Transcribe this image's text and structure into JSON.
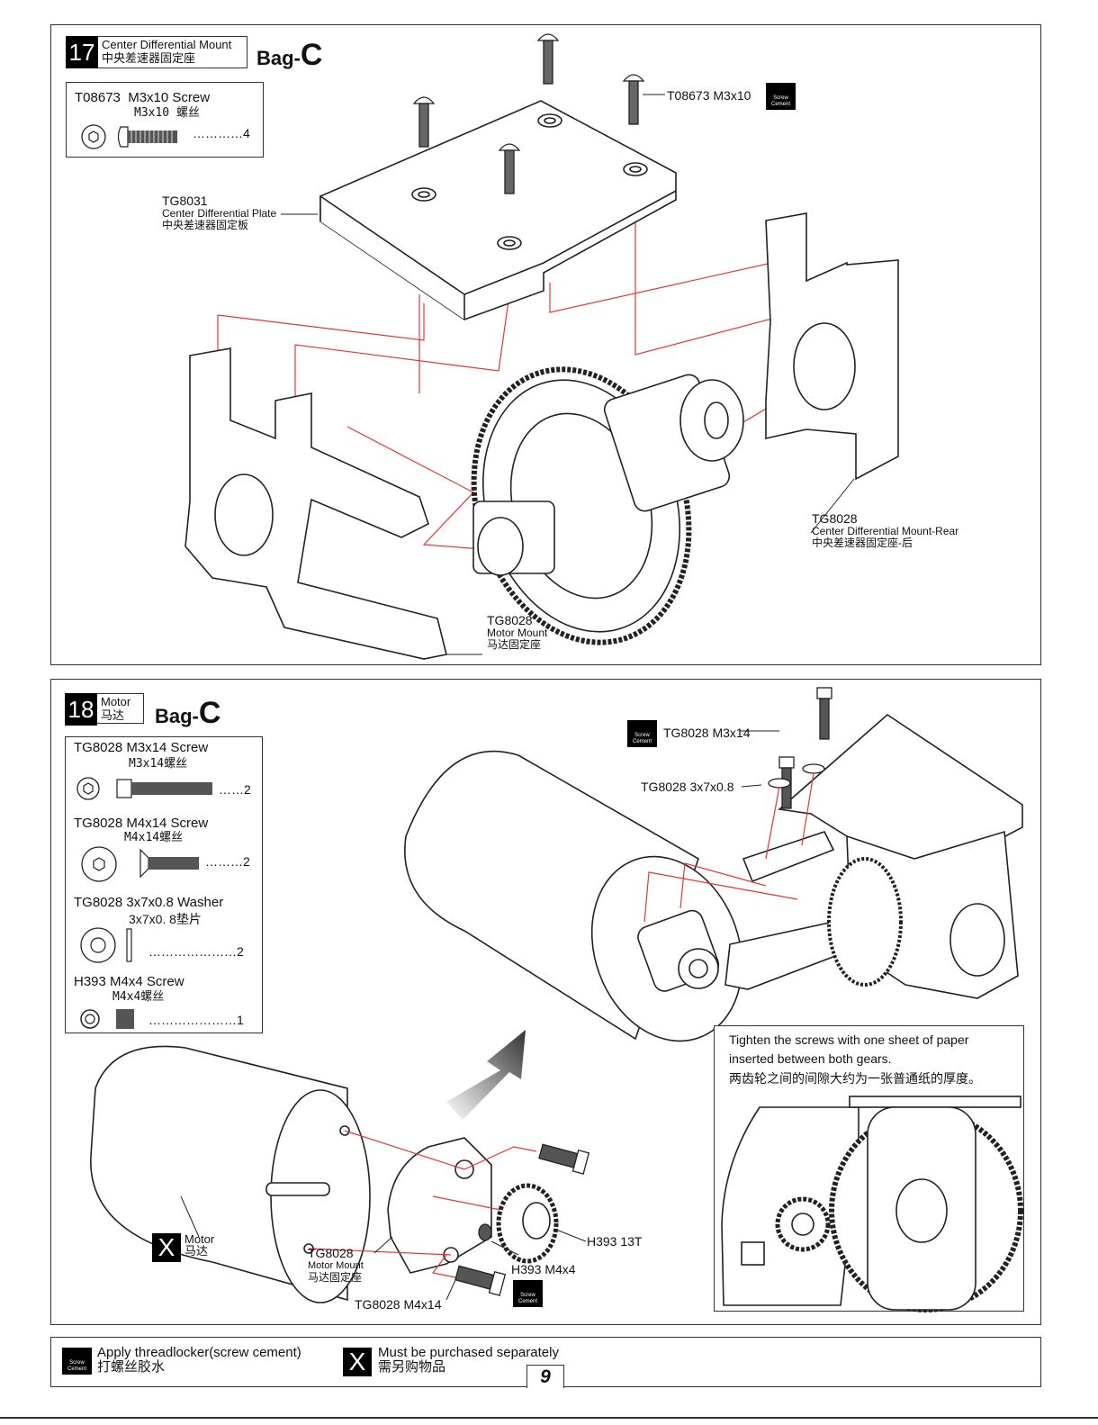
{
  "step17": {
    "number": "17",
    "title_en": "Center Differential Mount",
    "title_cn": "中央差速器固定座",
    "bag_prefix": "Bag-",
    "bag_letter": "C",
    "parts_box": {
      "code": "T08673",
      "name": "M3x10 Screw",
      "name_cn": "M3x10 螺丝",
      "qty": "…………4"
    },
    "callout_screw": "T08673 M3x10",
    "plate": {
      "code": "TG8031",
      "name_en": "Center Differential Plate",
      "name_cn": "中央差速器固定板"
    },
    "rear_mount": {
      "code": "TG8028",
      "name_en": "Center Differential Mount-Rear",
      "name_cn": "中央差速器固定座-后"
    },
    "motor_mount": {
      "code": "TG8028",
      "name_en": "Motor Mount",
      "name_cn": "马达固定座"
    }
  },
  "step18": {
    "number": "18",
    "title_en": "Motor",
    "title_cn": "马达",
    "bag_prefix": "Bag-",
    "bag_letter": "C",
    "parts": [
      {
        "title": "TG8028 M3x14 Screw",
        "sub": "M3x14螺丝",
        "qty": "……2"
      },
      {
        "title": "TG8028 M4x14 Screw",
        "sub": "M4x14螺丝",
        "qty": "………2"
      },
      {
        "title": "TG8028 3x7x0.8 Washer",
        "sub": "3x7x0. 8垫片",
        "qty": "…………………2"
      },
      {
        "title": "H393 M4x4 Screw",
        "sub": "M4x4螺丝",
        "qty": "…………………1"
      }
    ],
    "callout_m3x14": "TG8028 M3x14",
    "callout_washer": "TG8028 3x7x0.8",
    "note_line1": "Tighten the screws with one sheet of paper",
    "note_line2": "inserted between both gears.",
    "note_cn": "两齿轮之间的间隙大约为一张普通纸的厚度。",
    "motor_label_en": "Motor",
    "motor_label_cn": "马达",
    "x_mark": "X",
    "motor_mount": {
      "code": "TG8028",
      "name_en": "Motor Mount",
      "name_cn": "马达固定座"
    },
    "callout_m4x14": "TG8028 M4x14",
    "callout_pinion": "H393 13T",
    "callout_setscrew": "H393 M4x4"
  },
  "cement_icon_text": [
    "Screw",
    "Cement"
  ],
  "footer": {
    "cement_en": "Apply threadlocker(screw cement)",
    "cement_cn": "打螺丝胶水",
    "x_mark": "X",
    "purchase_en": "Must be purchased separately",
    "purchase_cn": "需另购物品",
    "page": "9"
  }
}
